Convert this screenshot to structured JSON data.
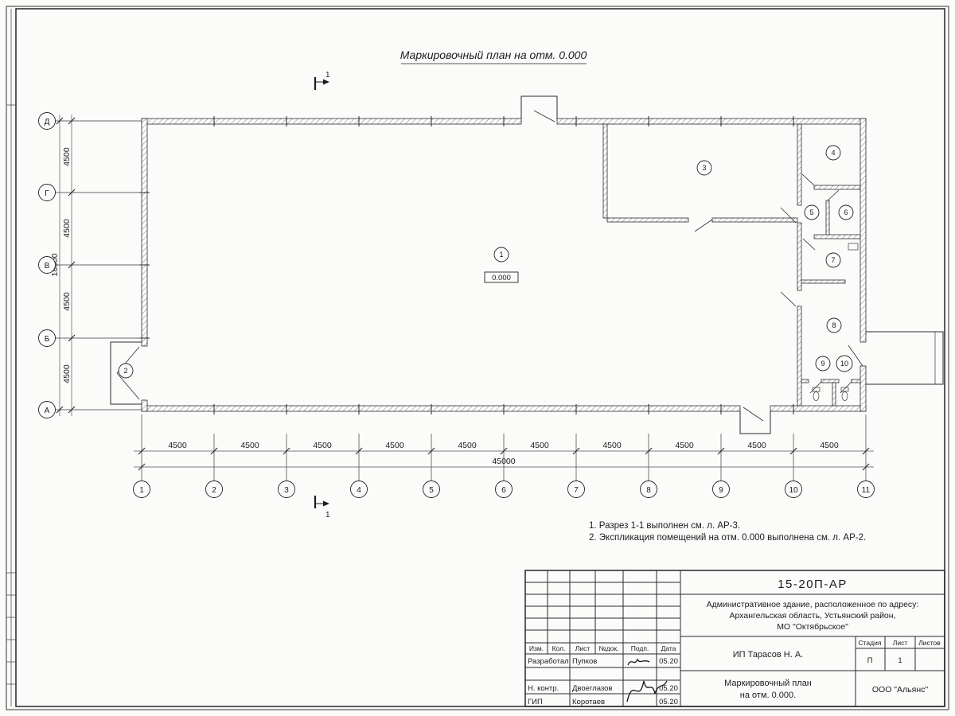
{
  "sheet": {
    "title": "Маркировочный план на отм. 0.000"
  },
  "axes": {
    "vertical": [
      "Д",
      "Г",
      "В",
      "Б",
      "А"
    ],
    "horizontal": [
      "1",
      "2",
      "3",
      "4",
      "5",
      "6",
      "7",
      "8",
      "9",
      "10",
      "11"
    ],
    "dims_vertical": [
      "4500",
      "4500",
      "4500",
      "4500"
    ],
    "total_vertical": "18000",
    "dims_horizontal": [
      "4500",
      "4500",
      "4500",
      "4500",
      "4500",
      "4500",
      "4500",
      "4500",
      "4500",
      "4500"
    ],
    "total_horizontal": "45000"
  },
  "plan": {
    "rooms": [
      "1",
      "2",
      "3",
      "4",
      "5",
      "6",
      "7",
      "8",
      "9",
      "10"
    ],
    "elevation": "0.000",
    "section_label": "1"
  },
  "notes": [
    "1. Разрез 1-1 выполнен см. л. АР-3.",
    "2. Экспликация помещений на отм. 0.000 выполнена см. л. АР-2."
  ],
  "titleblock": {
    "code": "15-20П-АР",
    "project_line1": "Административное здание, расположенное по адресу:",
    "project_line2": "Архангельская область, Устьянский район,",
    "project_line3": "МО \"Октябрьское\"",
    "cols": {
      "izm": "Изм.",
      "kol": "Кол.",
      "list": "Лист",
      "ndok": "№док.",
      "podp": "Подп.",
      "data": "Дата"
    },
    "rows": [
      {
        "role": "Разработал",
        "name": "Пупков",
        "date": "05.20"
      },
      {
        "role": "Н. контр.",
        "name": "Двоеглазов",
        "date": "05.20"
      },
      {
        "role": "ГИП",
        "name": "Коротаев",
        "date": "05.20"
      }
    ],
    "client": "ИП Тарасов Н. А.",
    "stage_label": "Стадия",
    "sheet_label": "Лист",
    "sheets_label": "Листов",
    "stage": "П",
    "sheet_no": "1",
    "drawing_name1": "Маркировочный план",
    "drawing_name2": "на отм. 0.000.",
    "company": "ООО \"Альянс\""
  }
}
